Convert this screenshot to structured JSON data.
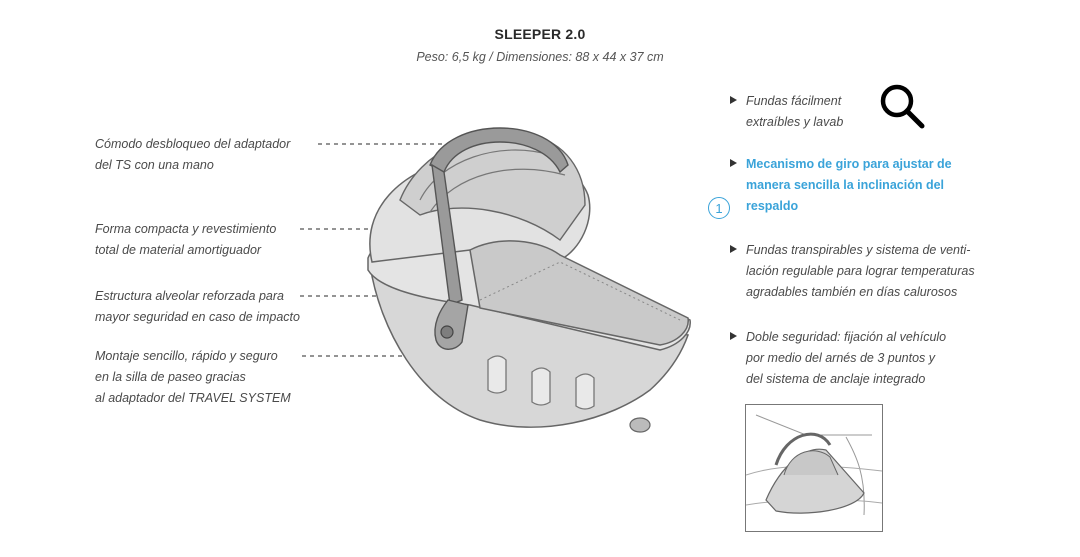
{
  "header": {
    "title": "SLEEPER 2.0",
    "subtitle": "Peso: 6,5 kg / Dimensiones: 88 x 44 x 37 cm"
  },
  "callouts": [
    {
      "lines": [
        "Cómodo desbloqueo del adaptador",
        "del TS con una mano"
      ]
    },
    {
      "lines": [
        "Forma compacta y revestimiento",
        "total de material amortiguador"
      ]
    },
    {
      "lines": [
        "Estructura alveolar reforzada para",
        "mayor seguridad en caso de impacto"
      ]
    },
    {
      "lines": [
        "Montaje sencillo, rápido y seguro",
        "en la silla de paseo gracias",
        "al adaptador del TRAVEL SYSTEM"
      ]
    }
  ],
  "features": [
    {
      "lines": [
        "Fundas fácilment",
        "extraíbles y lavab"
      ],
      "highlight": false
    },
    {
      "lines": [
        "Mecanismo de giro para ajustar de",
        "manera sencilla la inclinación del",
        "respaldo"
      ],
      "highlight": true
    },
    {
      "lines": [
        "Fundas transpirables y sistema de venti-",
        "lación regulable para lograr temperaturas",
        "agradables también en días calurosos"
      ],
      "highlight": false
    },
    {
      "lines": [
        "Doble seguridad: fijación al vehículo",
        "por medio del arnés de 3 puntos y",
        "del sistema de anclaje integrado"
      ],
      "highlight": false
    }
  ],
  "badge": {
    "number": "1"
  },
  "icons": {
    "zoom": "magnifier-icon",
    "bullet": "triangle-bullet-icon"
  },
  "colors": {
    "accent": "#3aa3d9",
    "text": "#4a4a4a",
    "title": "#2a2a2a"
  }
}
